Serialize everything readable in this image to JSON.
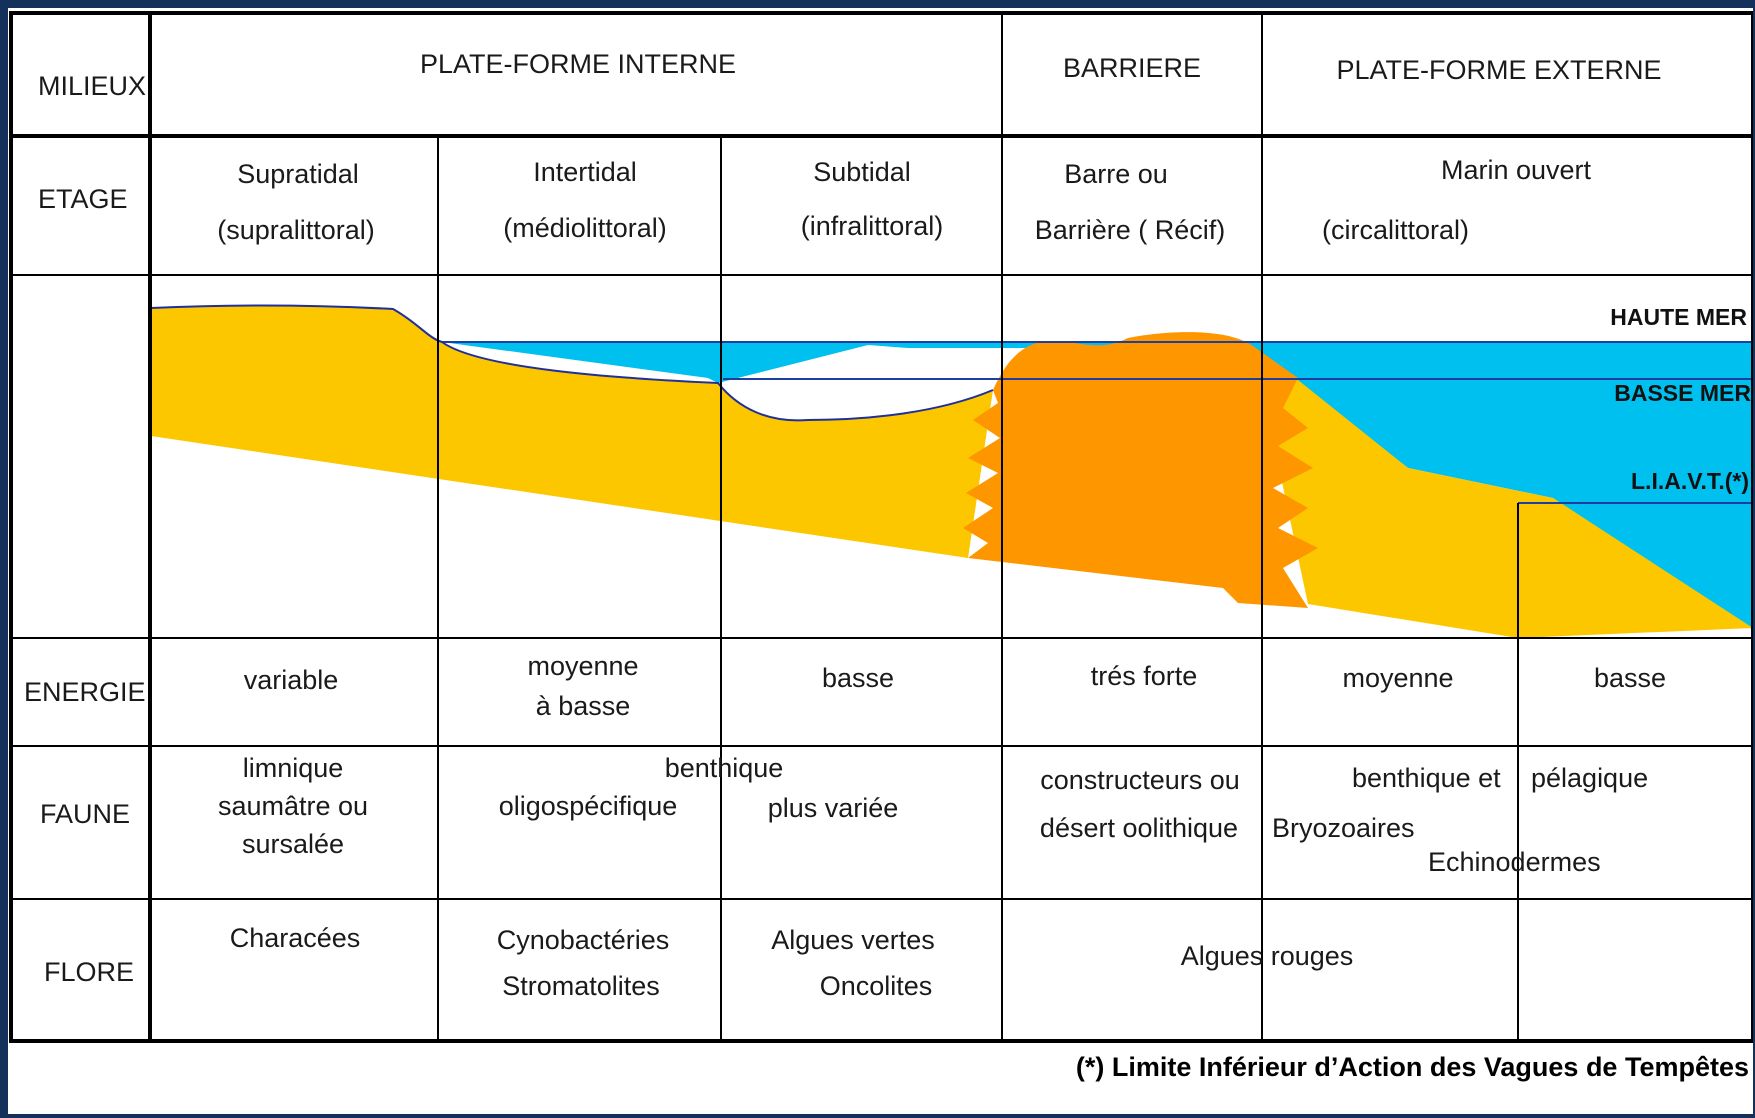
{
  "colors": {
    "background": "#13315a",
    "sea": "#00c0f0",
    "sediment": "#fdc700",
    "reef": "#fe9600",
    "grid": "#000000"
  },
  "rows": {
    "milieux": "MILIEUX",
    "etage": "ETAGE",
    "energie": "ENERGIE",
    "faune": "FAUNE",
    "flore": "FLORE"
  },
  "milieux": {
    "interne": "PLATE-FORME INTERNE",
    "barriere": "BARRIERE",
    "externe": "PLATE-FORME EXTERNE"
  },
  "etage": {
    "supratidal": [
      "Supratidal",
      "(supralittoral)"
    ],
    "intertidal": [
      "Intertidal",
      "(médiolittoral)"
    ],
    "subtidal": [
      "Subtidal",
      "(infralittoral)"
    ],
    "barre": [
      "Barre ou",
      "Barrière  ( Récif)"
    ],
    "marin": [
      "Marin ouvert",
      "(circalittoral)"
    ]
  },
  "levels": {
    "haute_mer": "HAUTE MER",
    "basse_mer": "BASSE MER",
    "liavt": "L.I.A.V.T.(*)"
  },
  "energie": {
    "supratidal": "variable",
    "intertidal": [
      "moyenne",
      "à basse"
    ],
    "subtidal": "basse",
    "barriere": "trés forte",
    "externe_1": "moyenne",
    "externe_2": "basse"
  },
  "faune": {
    "supratidal": [
      "limnique",
      "saumâtre ou",
      "sursalée"
    ],
    "benthique": "benthique",
    "oligo": "oligospécifique",
    "variee": "plus variée",
    "barriere": [
      "constructeurs ou",
      "désert oolithique"
    ],
    "benthique_et": "benthique   et",
    "pelagique": "pélagique",
    "bryozoaires": "Bryozoaires",
    "echinodermes": "Echinodermes"
  },
  "flore": {
    "supratidal": "Characées",
    "intertidal": [
      "Cynobactéries",
      "Stromatolites"
    ],
    "subtidal": [
      "Algues vertes",
      "Oncolites"
    ],
    "rouges": "Algues rouges"
  },
  "footnote": "(*) Limite Inférieur d’Action des Vagues de Tempêtes"
}
